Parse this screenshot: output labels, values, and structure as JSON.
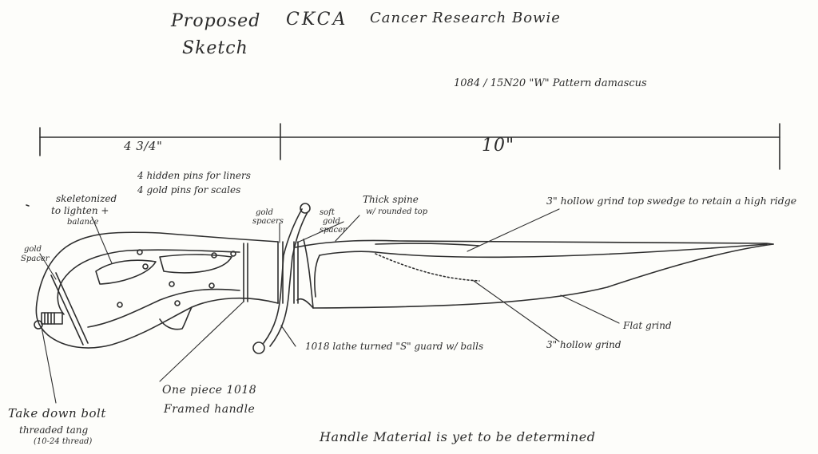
{
  "header": {
    "proposed": "Proposed",
    "sketch": "Sketch",
    "org": "CKCA",
    "title": "Cancer Research Bowie",
    "material": "1084 / 15N20 \"W\" Pattern damascus"
  },
  "dimensions": {
    "handle_length": "4 3/4\"",
    "blade_length": "10\""
  },
  "notes": {
    "pins_liners": "4 hidden pins for liners",
    "pins_scales": "4 gold pins for scales",
    "skeletonized_1": "skeletonized",
    "skeletonized_2": "to lighten +",
    "skeletonized_3": "balance",
    "gold_spacer_butt_1": "gold",
    "gold_spacer_butt_2": "Spacer",
    "gold_spacers_1": "gold",
    "gold_spacers_2": "spacers",
    "soft_spacer_1": "soft",
    "soft_spacer_2": "gold",
    "soft_spacer_3": "spacer",
    "thick_spine_1": "Thick spine",
    "thick_spine_2": "w/ rounded top",
    "swedge": "3\" hollow grind top swedge to retain a high ridge",
    "guard": "1018 lathe turned \"S\" guard w/ balls",
    "flat_grind": "Flat grind",
    "hollow_grind": "3\" hollow grind",
    "one_piece_1": "One piece 1018",
    "one_piece_2": "Framed handle",
    "takedown_1": "Take down bolt",
    "takedown_2": "threaded tang",
    "takedown_3": "(10-24 thread)",
    "handle_material": "Handle Material is yet to be determined"
  },
  "colors": {
    "paper": "#fdfdfa",
    "ink": "#2a2a2a"
  }
}
